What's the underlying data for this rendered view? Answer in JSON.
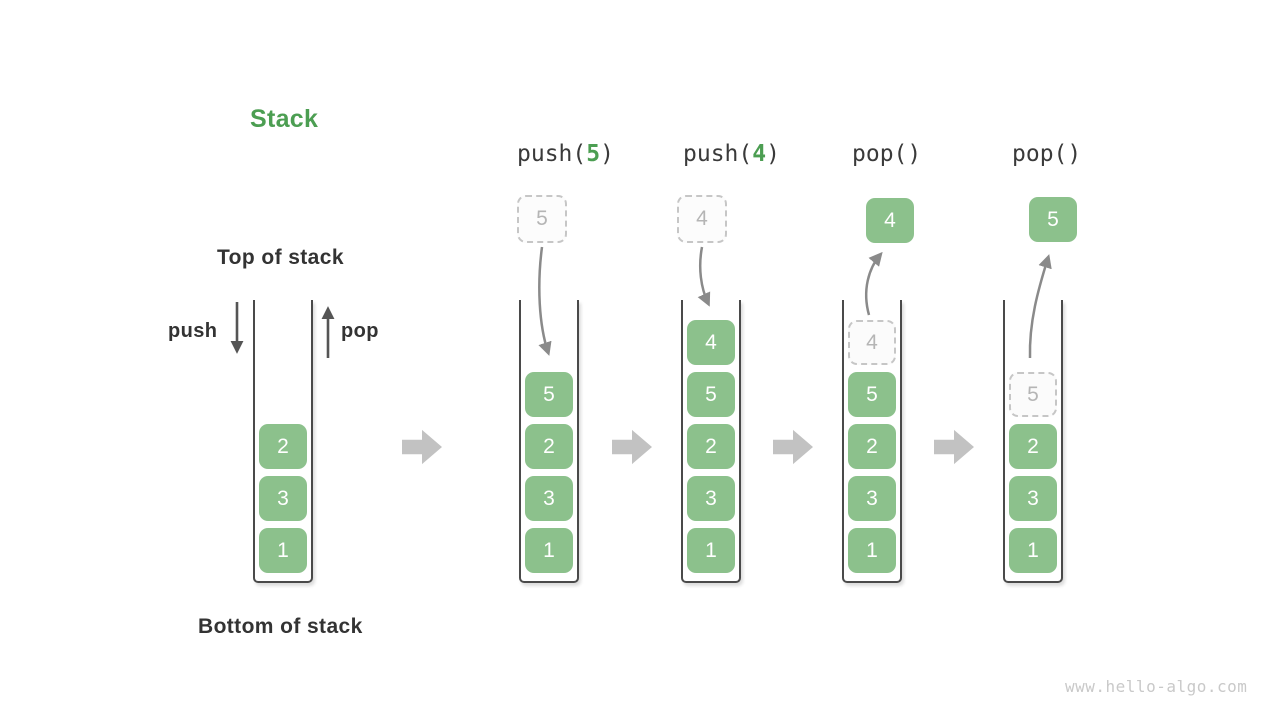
{
  "title": "Stack",
  "annotations": {
    "top_of_stack": "Top of stack",
    "bottom_of_stack": "Bottom of stack",
    "push": "push",
    "pop": "pop"
  },
  "watermark": "www.hello-algo.com",
  "colors": {
    "green_box": "#8cc18c",
    "green_text": "#4c9e52",
    "dark_text": "#3a3a3a",
    "gray_arrow": "#8a8a8a",
    "block_arrow": "#c2c2c2",
    "dashed_border": "#c6c6c6",
    "dashed_text": "#b5b5b5",
    "wall": "#4a4a4a",
    "watermark": "#c9c9c9"
  },
  "initial_stack": {
    "cells": [
      "2",
      "3",
      "1"
    ]
  },
  "operations": [
    {
      "label_prefix": "push(",
      "label_arg": "5",
      "label_suffix": ")",
      "incoming": "5",
      "cells": [
        "5",
        "2",
        "3",
        "1"
      ]
    },
    {
      "label_prefix": "push(",
      "label_arg": "4",
      "label_suffix": ")",
      "incoming": "4",
      "cells": [
        "4",
        "5",
        "2",
        "3",
        "1"
      ]
    },
    {
      "label": "pop()",
      "popped": "4",
      "ghost": "4",
      "cells": [
        "5",
        "2",
        "3",
        "1"
      ]
    },
    {
      "label": "pop()",
      "popped": "5",
      "ghost": "5",
      "cells": [
        "2",
        "3",
        "1"
      ]
    }
  ]
}
